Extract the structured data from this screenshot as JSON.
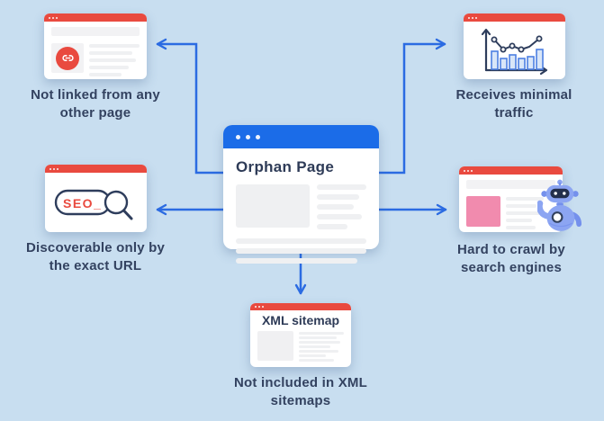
{
  "colors": {
    "background": "#C8DEF0",
    "arrow_blue": "#2B6BE2",
    "browser_bar_red": "#E94A3F",
    "browser_bar_blue": "#1B6CE8",
    "label_navy": "#334260",
    "pink_block": "#F18BAE",
    "robot_blue": "#8CA5F2",
    "seo_text_red": "#E94A3F"
  },
  "center_window": {
    "title": "Orphan Page"
  },
  "nodes": {
    "top_left": {
      "icon": "broken-link-icon",
      "label_line1": "Not linked from any",
      "label_line2": "other page"
    },
    "top_right": {
      "icon": "traffic-chart-icon",
      "label_line1": "Receives minimal",
      "label_line2": "traffic"
    },
    "mid_left": {
      "icon": "seo-search-icon",
      "badge_text": "SEO_",
      "label_line1": "Discoverable only by",
      "label_line2": "the exact URL"
    },
    "mid_right": {
      "icon": "crawler-robot-icon",
      "label_line1": "Hard to crawl by",
      "label_line2": "search engines"
    },
    "bottom": {
      "window_title": "XML sitemap",
      "label_line1": "Not included in XML",
      "label_line2": "sitemaps"
    }
  }
}
